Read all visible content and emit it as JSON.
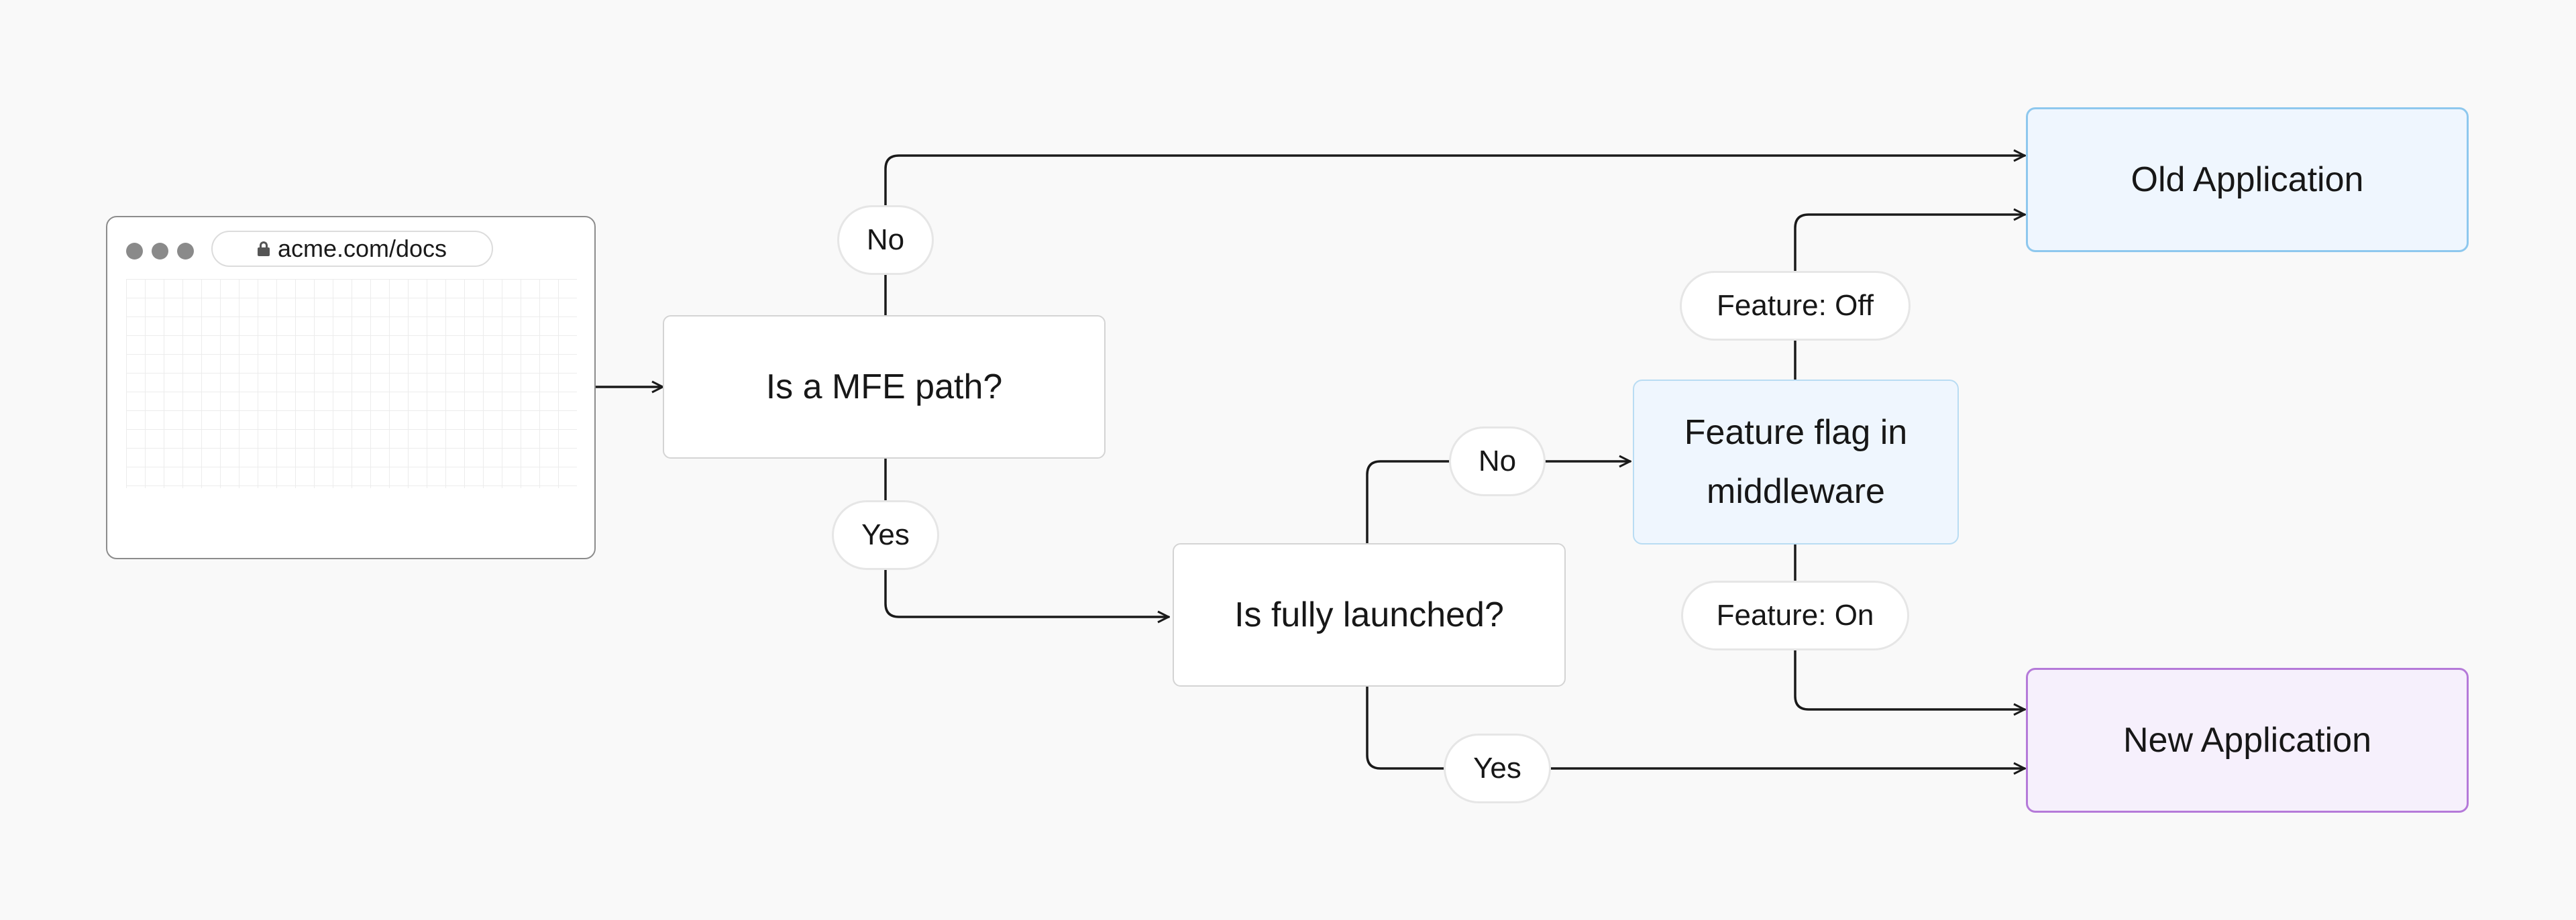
{
  "browser": {
    "url": "acme.com/docs"
  },
  "nodes": {
    "mfe_question": "Is a MFE path?",
    "launched_question": "Is fully launched?",
    "feature_flag": "Feature flag in middleware",
    "old_app": "Old Application",
    "new_app": "New Application"
  },
  "edges": {
    "mfe_no": "No",
    "mfe_yes": "Yes",
    "launched_no": "No",
    "launched_yes": "Yes",
    "feature_off": "Feature: Off",
    "feature_on": "Feature: On"
  },
  "colors": {
    "line": "#1a1a1a",
    "old_app_border": "#8ec8ee",
    "old_app_fill": "#eff6fe",
    "new_app_border": "#b57ad9",
    "new_app_fill": "#f6f0fc"
  }
}
